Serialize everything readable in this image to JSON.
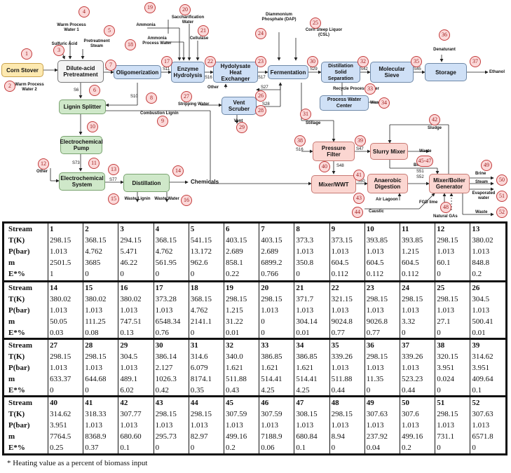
{
  "diagram": {
    "boxes": {
      "corn_stover": "Corn Stover",
      "pretreatment": "Dilute-acid Pretreatment",
      "oligomerization": "Oligomerization",
      "enzyme": "Enzyme Hydrolysis",
      "hydrolysate": "Hydolysate Heat Exchanger",
      "fermentation": "Fermentation",
      "distillation_ss": "Distillation Solid Separation",
      "molecular_sieve": "Molecular Sieve",
      "storage": "Storage",
      "vent_scrubber": "Vent Scruber",
      "pwc": "Process Water Center",
      "lignin_splitter": "Lignin Splitter",
      "ec_pump": "Electrochemical Pump",
      "ec_system": "Electrochemical System",
      "distillation": "Distillation",
      "pressure_filter": "Pressure Filter",
      "slurry_mixer": "Slurry Mixer",
      "mixer_wwt": "Mixer/WWT",
      "anaerobic": "Anaerobic Digestion",
      "boiler": "Mixer/Boiler Generator"
    },
    "labels": {
      "warm_pw1": "Warm Process Water 1",
      "sulfuric": "Sulfuric Acid",
      "pretreat_steam": "Pretreatment Steam",
      "warm_pw2": "Warm Process Water 2",
      "ammonia": "Ammonia",
      "ammonia_pw": "Ammonia Process Water",
      "sacch_water": "Saccharification Water",
      "cellulase": "Cellulase",
      "dap": "Diammonium Phosphate (DAP)",
      "csl": "Corn Steep Liquor (CSL)",
      "denaturant": "Denaturant",
      "ethanol": "Ethanol",
      "recycle_pw": "Recycle Process Water",
      "waste": "Waste",
      "other": "Other",
      "stripping_water": "Stripping Water",
      "vent": "Vent",
      "combustion_lignin": "Combustion Lignin",
      "stillage": "Stillage",
      "sludge": "Sludge",
      "chemicals": "Chemicals",
      "waste_lignin": "Waste Lignin",
      "waste_water": "Waste Water",
      "biogas": "BioGas",
      "air_lagoon": "Air Lagoon",
      "caustic": "Caustic",
      "fgd_lime": "FGD lime",
      "natural_gas": "Natural GAs",
      "brine": "Brine",
      "steam": "Steam",
      "evap_water": "Evaporated water",
      "s7": "S7",
      "s11": "S11",
      "s16": "S16",
      "s17": "S17",
      "s29": "S29",
      "s42": "S42",
      "s45": "S45",
      "s27": "S27",
      "s28": "S28",
      "s6": "S6",
      "s10": "S10",
      "s73": "S73",
      "s77": "S77",
      "s47": "S47",
      "s48": "S48",
      "s50": "S50",
      "s51": "S51",
      "s52": "S52",
      "s16b": "S16"
    },
    "numbers": [
      "1",
      "2",
      "3",
      "4",
      "5",
      "6",
      "7",
      "8",
      "9",
      "10",
      "11",
      "12",
      "13",
      "14",
      "15",
      "16",
      "17",
      "18",
      "19",
      "20",
      "21",
      "22",
      "23",
      "24",
      "25",
      "26",
      "27",
      "28",
      "29",
      "30",
      "31",
      "32",
      "33",
      "34",
      "35",
      "36",
      "37",
      "38",
      "39",
      "40",
      "41",
      "42",
      "43",
      "44",
      "45-47",
      "48",
      "49",
      "50",
      "51",
      "52"
    ]
  },
  "table": {
    "row_labels": [
      "Stream",
      "T(K)",
      "P(bar)",
      "m",
      "E*%"
    ],
    "blocks": [
      {
        "streams": [
          "1",
          "2",
          "3",
          "4",
          "5",
          "6",
          "7",
          "8",
          "9",
          "10",
          "11",
          "12",
          "13"
        ],
        "T": [
          "298.15",
          "368.15",
          "294.15",
          "368.15",
          "541.15",
          "403.15",
          "403.15",
          "373.3",
          "373.15",
          "393.85",
          "393.85",
          "298.15",
          "380.02"
        ],
        "P": [
          "1.013",
          "4.762",
          "5.471",
          "4.762",
          "13.172",
          "2.689",
          "2.689",
          "1.013",
          "1.013",
          "1.013",
          "1.215",
          "1.013",
          "1.013"
        ],
        "m": [
          "2501.5",
          "3685",
          "46.22",
          "561.95",
          "962.6",
          "858.1",
          "6899.2",
          "350.8",
          "604.5",
          "604.5",
          "604.5",
          "60.1",
          "848.8"
        ],
        "E": [
          "1",
          "0",
          "0",
          "0",
          "0",
          "0.22",
          "0.766",
          "0",
          "0.112",
          "0.112",
          "0.112",
          "0",
          "0.2"
        ]
      },
      {
        "streams": [
          "14",
          "15",
          "16",
          "17",
          "18",
          "19",
          "20",
          "21",
          "22",
          "23",
          "24",
          "25",
          "26"
        ],
        "T": [
          "380.02",
          "380.02",
          "380.02",
          "373.28",
          "368.15",
          "298.15",
          "298.15",
          "371.7",
          "321.15",
          "298.15",
          "298.15",
          "298.15",
          "304.5"
        ],
        "P": [
          "1.013",
          "1.013",
          "1.013",
          "1.013",
          "4.762",
          "1.215",
          "1.013",
          "1.013",
          "1.013",
          "1.013",
          "1.013",
          "1.013",
          "1.013"
        ],
        "m": [
          "50.05",
          "111.25",
          "747.51",
          "6548.34",
          "2141.1",
          "31.22",
          "0",
          "304.14",
          "9024.8",
          "9026.8",
          "3.32",
          "27.1",
          "500.41"
        ],
        "E": [
          "0.03",
          "0.08",
          "0.13",
          "0.76",
          "0",
          "0.01",
          "0",
          "0.01",
          "0.77",
          "0.77",
          "0",
          "0",
          "0.01"
        ]
      },
      {
        "streams": [
          "27",
          "28",
          "29",
          "30",
          "31",
          "32",
          "33",
          "34",
          "35",
          "36",
          "37",
          "38",
          "39"
        ],
        "T": [
          "298.15",
          "298.15",
          "304.5",
          "386.14",
          "314.6",
          "340.0",
          "386.85",
          "386.85",
          "339.26",
          "298.15",
          "339.26",
          "320.15",
          "314.62"
        ],
        "P": [
          "1.013",
          "1.013",
          "1.013",
          "2.127",
          "6.079",
          "1.621",
          "1.621",
          "1.621",
          "1.013",
          "1.013",
          "1.013",
          "3.951",
          "3.951"
        ],
        "m": [
          "633.37",
          "644.68",
          "489.1",
          "1026.3",
          "8174.1",
          "511.88",
          "514.41",
          "514.41",
          "511.88",
          "11.35",
          "523.23",
          "0.024",
          "409.64"
        ],
        "E": [
          "0",
          "0",
          "6.02",
          "0.42",
          "0.35",
          "0.43",
          "4.25",
          "4.25",
          "0.44",
          "0",
          "0.44",
          "0",
          "0.1"
        ]
      },
      {
        "streams": [
          "40",
          "41",
          "42",
          "43",
          "44",
          "45",
          "46",
          "47",
          "48",
          "49",
          "50",
          "51",
          "52"
        ],
        "T": [
          "314.62",
          "318.33",
          "307.77",
          "298.15",
          "298.15",
          "307.59",
          "307.59",
          "308.15",
          "298.15",
          "307.63",
          "307.6",
          "298.15",
          "307.63"
        ],
        "P": [
          "3.951",
          "1.013",
          "1.013",
          "1.013",
          "1.013",
          "1.013",
          "1.013",
          "1.013",
          "1.013",
          "1.013",
          "1.013",
          "1.013",
          "1.013"
        ],
        "m": [
          "7764.5",
          "8368.9",
          "680.60",
          "295.73",
          "82.97",
          "499.16",
          "7188.9",
          "680.84",
          "8.94",
          "237.92",
          "499.16",
          "731.1",
          "6571.8"
        ],
        "E": [
          "0.25",
          "0.37",
          "0.1",
          "0",
          "0",
          "0.2",
          "0.06",
          "0.1",
          "0",
          "0.04",
          "0.2",
          "0",
          "0"
        ]
      }
    ]
  },
  "footnote": "* Heating value as a percent of biomass input"
}
